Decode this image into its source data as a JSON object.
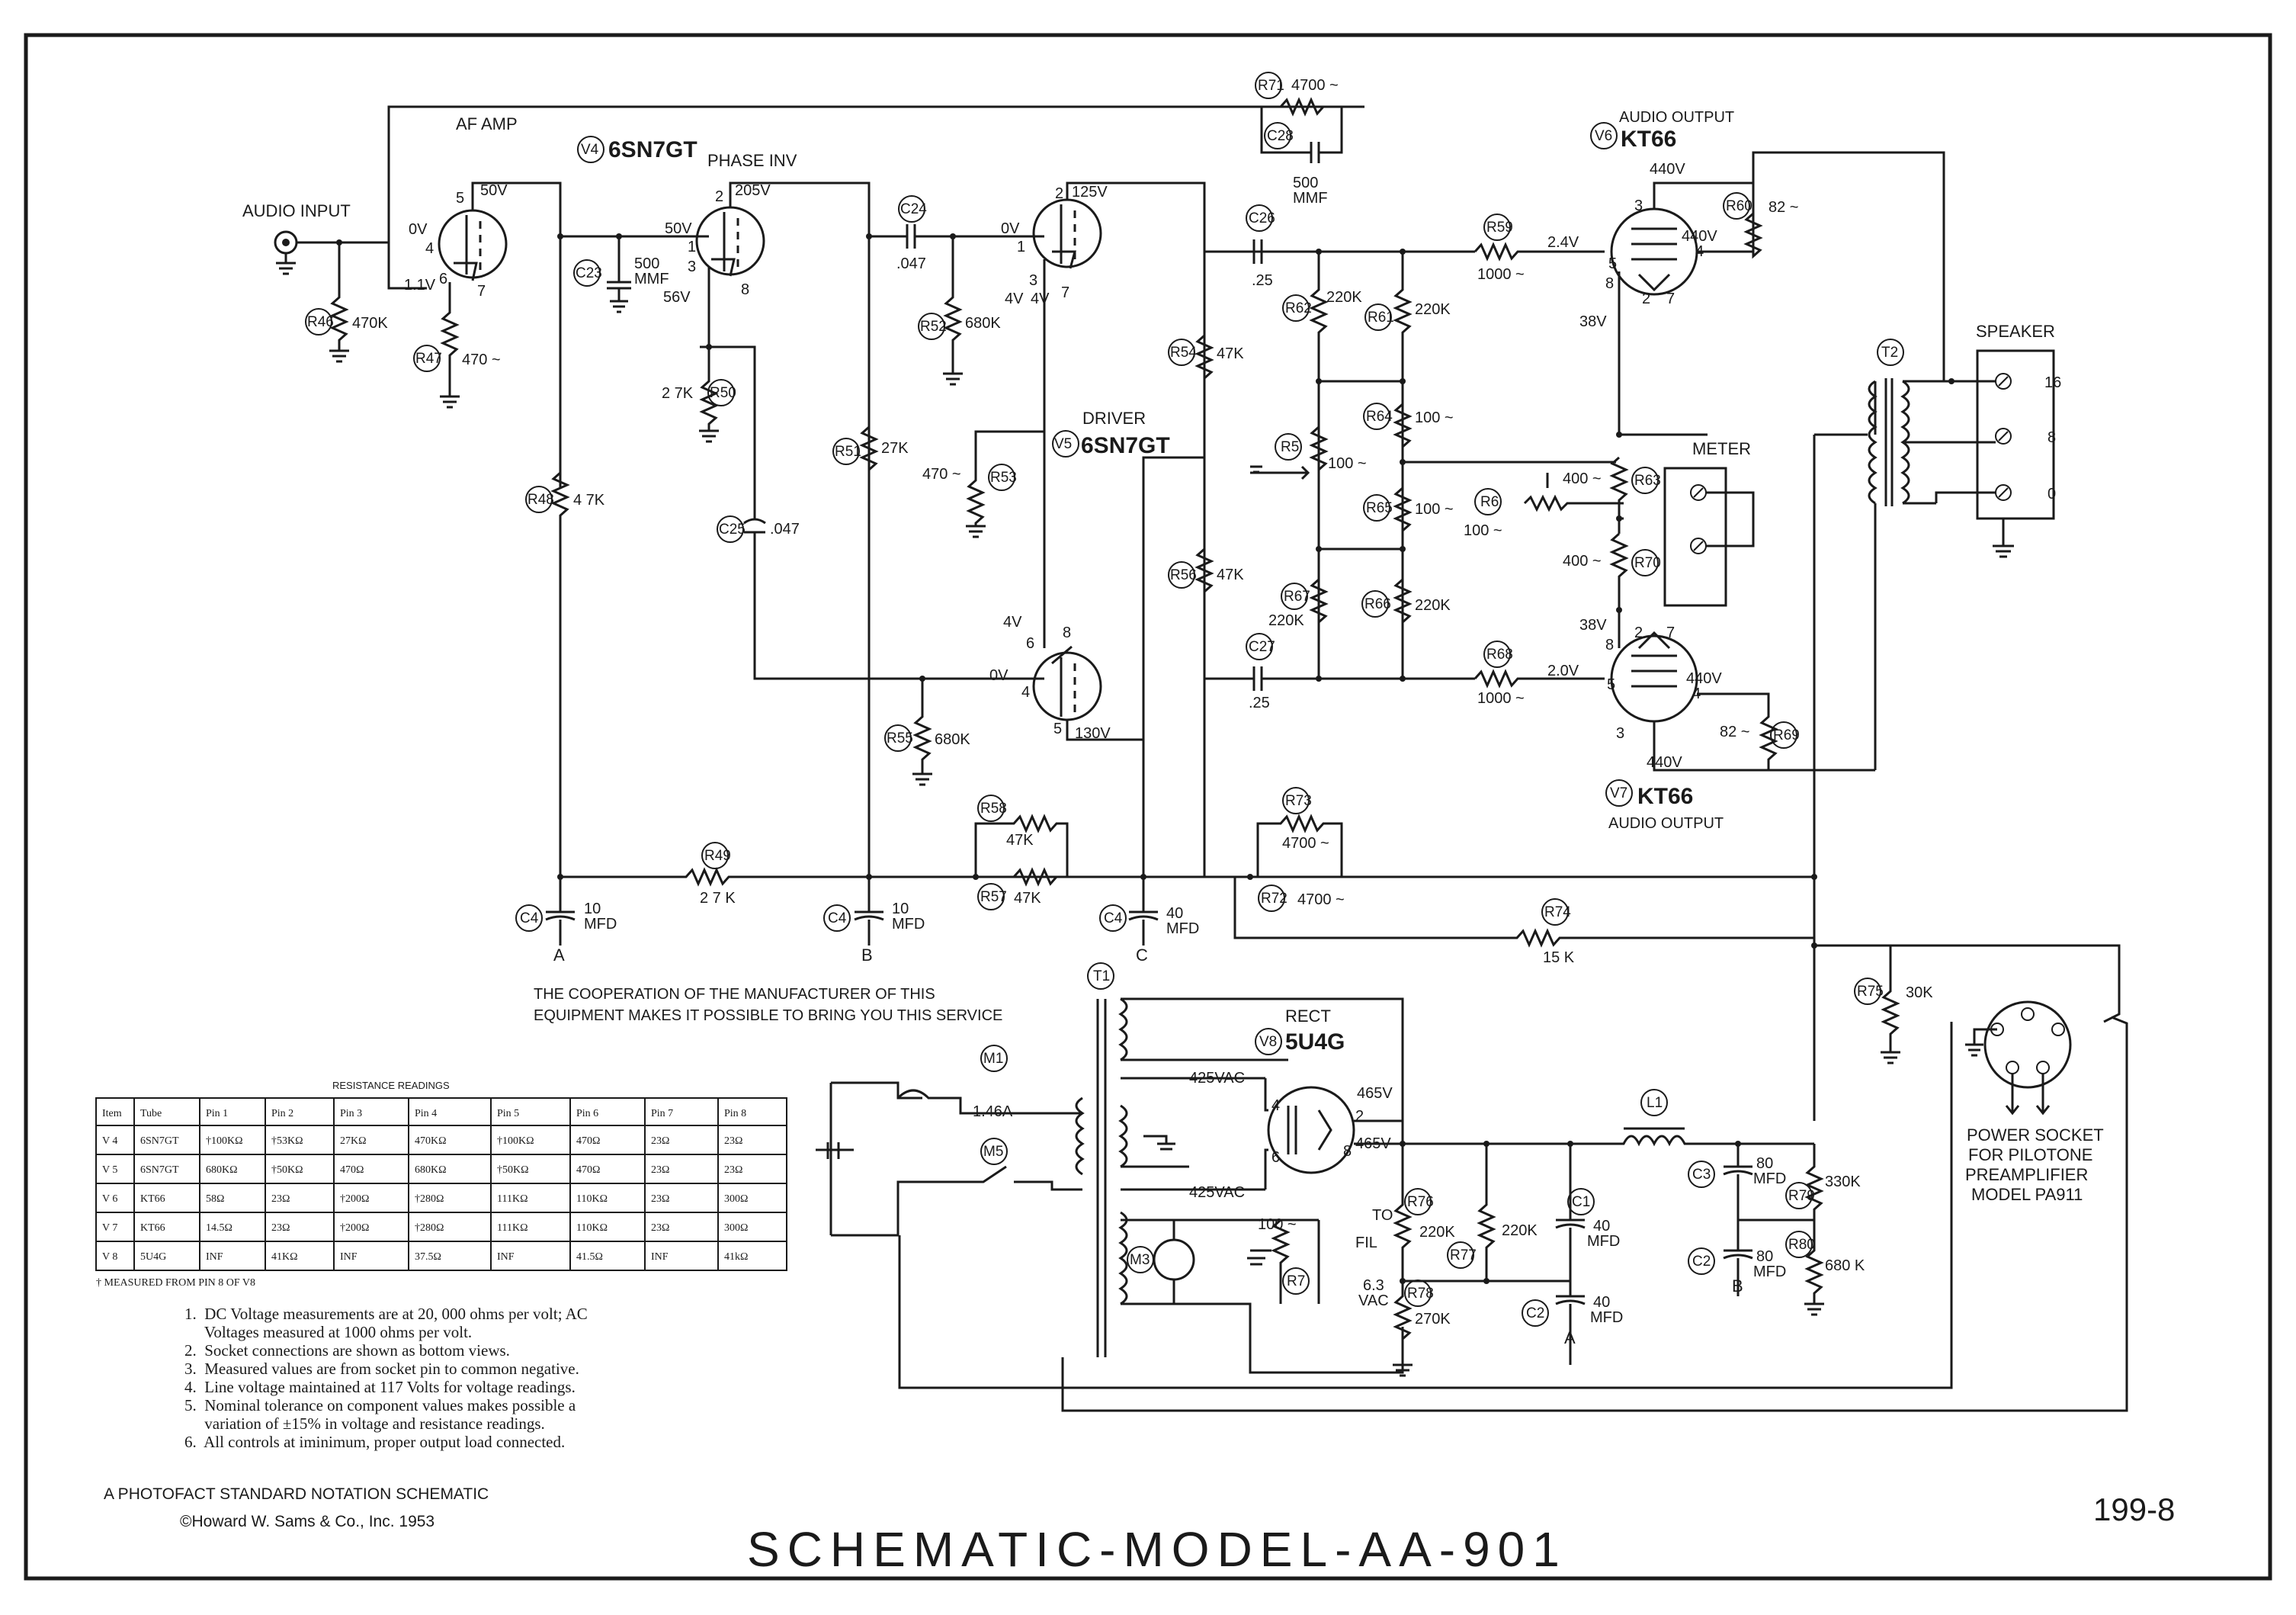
{
  "labels": {
    "audio_input": "AUDIO INPUT",
    "af_amp": "AF AMP",
    "phase_inv": "PHASE INV",
    "driver": "DRIVER",
    "audio_output_top": "AUDIO OUTPUT",
    "audio_output_bottom": "AUDIO OUTPUT",
    "speaker": "SPEAKER",
    "meter": "METER",
    "rect": "RECT",
    "to_fil": "TO",
    "fil": "FIL",
    "fil_voltage": "6.3",
    "fil_vac": "VAC",
    "power_socket": [
      "POWER SOCKET",
      "FOR PILOTONE",
      "PREAMPLIFIER",
      "MODEL PA911"
    ],
    "cooperation": [
      "THE COOPERATION OF THE MANUFACTURER OF THIS",
      "EQUIPMENT MAKES IT POSSIBLE TO BRING YOU THIS SERVICE"
    ],
    "speaker_taps": [
      "16",
      "8",
      "0"
    ]
  },
  "tubes": {
    "v4": {
      "ref": "V4",
      "type": "6SN7GT"
    },
    "v5": {
      "ref": "V5",
      "type": "6SN7GT"
    },
    "v6": {
      "ref": "V6",
      "type": "KT66"
    },
    "v7": {
      "ref": "V7",
      "type": "KT66"
    },
    "v8": {
      "ref": "V8",
      "type": "5U4G"
    }
  },
  "components": {
    "r46": {
      "ref": "R46",
      "value": "470K"
    },
    "r47": {
      "ref": "R47",
      "value": "470 ~"
    },
    "r48": {
      "ref": "R48",
      "value": "4 7K"
    },
    "r49": {
      "ref": "R49",
      "value": "2 7 K"
    },
    "r50": {
      "ref": "R50",
      "value": "2 7K"
    },
    "r51": {
      "ref": "R51",
      "value": "27K"
    },
    "r52": {
      "ref": "R52",
      "value": "680K"
    },
    "r53": {
      "ref": "R53",
      "value": "470 ~"
    },
    "r54": {
      "ref": "R54",
      "value": "47K"
    },
    "r55": {
      "ref": "R55",
      "value": "680K"
    },
    "r56": {
      "ref": "R56",
      "value": "47K"
    },
    "r57": {
      "ref": "R57",
      "value": "47K"
    },
    "r58": {
      "ref": "R58",
      "value": "47K"
    },
    "r59": {
      "ref": "R59",
      "value": "1000 ~"
    },
    "r60": {
      "ref": "R60",
      "value": "82 ~"
    },
    "r61": {
      "ref": "R61",
      "value": "220K"
    },
    "r62": {
      "ref": "R62",
      "value": "220K"
    },
    "r63": {
      "ref": "R63",
      "value": "400 ~"
    },
    "r64": {
      "ref": "R64",
      "value": "100 ~"
    },
    "r65": {
      "ref": "R65",
      "value": "100 ~"
    },
    "r66": {
      "ref": "R66",
      "value": "220K"
    },
    "r67": {
      "ref": "R67",
      "value": "220K"
    },
    "r68": {
      "ref": "R68",
      "value": "1000 ~"
    },
    "r69": {
      "ref": "R69",
      "value": "82 ~"
    },
    "r70": {
      "ref": "R70",
      "value": "400 ~"
    },
    "r71": {
      "ref": "R71",
      "value": "4700 ~"
    },
    "r72": {
      "ref": "R72",
      "value": "4700 ~"
    },
    "r73": {
      "ref": "R73",
      "value": "4700 ~"
    },
    "r74": {
      "ref": "R74",
      "value": "15 K"
    },
    "r75": {
      "ref": "R75",
      "value": "30K"
    },
    "r76": {
      "ref": "R76",
      "value": "220K"
    },
    "r77": {
      "ref": "R77",
      "value": "220K"
    },
    "r78": {
      "ref": "R78",
      "value": "270K"
    },
    "r79": {
      "ref": "R79",
      "value": "330K"
    },
    "r80": {
      "ref": "R80",
      "value": "680 K"
    },
    "r5": {
      "ref": "R5",
      "value": "100 ~"
    },
    "r6": {
      "ref": "R6",
      "value": "100 ~"
    },
    "r7": {
      "ref": "R7",
      "value": "100 ~"
    },
    "c23": {
      "ref": "C23",
      "value": "500",
      "unit": "MMF"
    },
    "c24": {
      "ref": "C24",
      "value": ".047"
    },
    "c25": {
      "ref": "C25",
      "value": ".047"
    },
    "c26": {
      "ref": "C26",
      "value": ".25"
    },
    "c27": {
      "ref": "C27",
      "value": ".25"
    },
    "c28": {
      "ref": "C28",
      "value": "500",
      "unit": "MMF"
    },
    "c4a": {
      "ref": "C4",
      "value": "10",
      "unit": "MFD",
      "tag": "A"
    },
    "c4b": {
      "ref": "C4",
      "value": "10",
      "unit": "MFD",
      "tag": "B"
    },
    "c4c": {
      "ref": "C4",
      "value": "40",
      "unit": "MFD",
      "tag": "C"
    },
    "c1": {
      "ref": "C1",
      "value": "40",
      "unit": "MFD"
    },
    "c2a": {
      "ref": "C2",
      "value": "40",
      "unit": "MFD",
      "tag": "A"
    },
    "c2b": {
      "ref": "C2",
      "value": "80",
      "unit": "MFD",
      "tag": "B"
    },
    "c3": {
      "ref": "C3",
      "value": "80",
      "unit": "MFD"
    },
    "t1": {
      "ref": "T1"
    },
    "t2": {
      "ref": "T2"
    },
    "l1": {
      "ref": "L1"
    },
    "m1": {
      "ref": "M1",
      "value": "1.46A"
    },
    "m3": {
      "ref": "M3"
    },
    "m5": {
      "ref": "M5"
    }
  },
  "voltages": {
    "v4_in": "0V",
    "v4_cath": "1.1V",
    "v4_plate": "50V",
    "v4b_grid": "50V",
    "v4b_plate": "205V",
    "v4b_cath": "56V",
    "v5_grid_top": "0V",
    "v5_plate_top": "125V",
    "v5_cath_top": "4V",
    "v5_cath_bot_a": "4V",
    "v5_cath_bot_b": "4V",
    "v5_grid_bot": "0V",
    "v5_plate_bot": "130V",
    "v6_grid": "2.4V",
    "v6_plate": "440V",
    "v6_screen": "440V",
    "v6_cath": "38V",
    "v7_cath": "38V",
    "v7_grid": "2.0V",
    "v7_screen": "440V",
    "v7_plate": "440V",
    "rect_out": "465V",
    "rect_out2": "465V",
    "sec_top": "425VAC",
    "sec_bot": "425VAC"
  },
  "table": {
    "title": "RESISTANCE READINGS",
    "headers": [
      "Item",
      "Tube",
      "Pin 1",
      "Pin 2",
      "Pin 3",
      "Pin 4",
      "Pin 5",
      "Pin 6",
      "Pin 7",
      "Pin 8"
    ],
    "rows": [
      [
        "V 4",
        "6SN7GT",
        "†100KΩ",
        "†53KΩ",
        "27KΩ",
        "470KΩ",
        "†100KΩ",
        "470Ω",
        "23Ω",
        "23Ω"
      ],
      [
        "V 5",
        "6SN7GT",
        "680KΩ",
        "†50KΩ",
        "470Ω",
        "680KΩ",
        "†50KΩ",
        "470Ω",
        "23Ω",
        "23Ω"
      ],
      [
        "V 6",
        "KT66",
        "58Ω",
        "23Ω",
        "†200Ω",
        "†280Ω",
        "111KΩ",
        "110KΩ",
        "23Ω",
        "300Ω"
      ],
      [
        "V 7",
        "KT66",
        "14.5Ω",
        "23Ω",
        "†200Ω",
        "†280Ω",
        "111KΩ",
        "110KΩ",
        "23Ω",
        "300Ω"
      ],
      [
        "V 8",
        "5U4G",
        "INF",
        "41KΩ",
        "INF",
        "37.5Ω",
        "INF",
        "41.5Ω",
        "INF",
        "41kΩ"
      ]
    ],
    "footnote": "† MEASURED FROM PIN 8  OF V8"
  },
  "notes": [
    "1.  DC Voltage measurements are at 20, 000 ohms per volt; AC",
    "     Voltages measured at 1000 ohms per volt.",
    "2.  Socket connections are shown as bottom views.",
    "3.  Measured values are from socket pin to common negative.",
    "4.  Line voltage maintained at 117 Volts for voltage readings.",
    "5.  Nominal tolerance on component values makes possible a",
    "     variation of ±15% in voltage and resistance readings.",
    "6.  All controls at iminimum, proper output load connected."
  ],
  "footer": {
    "photofact": "A PHOTOFACT STANDARD NOTATION SCHEMATIC",
    "copyright": "©Howard W. Sams & Co., Inc. 1953",
    "title": "SCHEMATIC-MODEL-AA-901",
    "page_code": "199-8"
  },
  "colors": {
    "ink": "#1a1a1a",
    "paper": "#ffffff"
  }
}
